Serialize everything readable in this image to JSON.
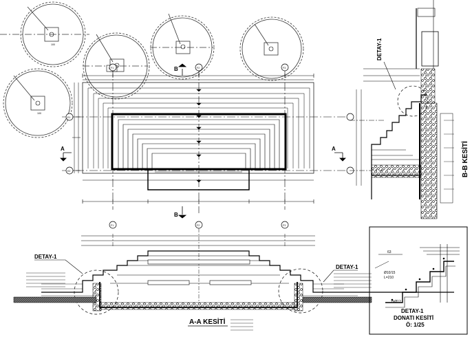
{
  "drawing": {
    "detay_label_top": "DETAY-1",
    "detay_label_left": "DETAY-1",
    "detay_label_right": "DETAY-1",
    "section_aa_title": "A-A KESİTİ",
    "section_bb_title": "B-B KESİTİ",
    "detail_title_line1": "DETAY-1",
    "detail_title_line2": "DONATI KESİTİ",
    "detail_title_line3": "Ö: 1/25",
    "detail_rebar_1": "Ø10/15",
    "detail_rebar_2": "L=210",
    "detail_rebar_3": "2xØ12",
    "detail_dim": "63",
    "grid_a": "A",
    "grid_b": "B",
    "axis_f1": "F1",
    "axis_f2": "F2",
    "axis_f3": "F3",
    "axis_e1": "E1",
    "axis_e2": "E2",
    "tree_dim": "100"
  }
}
